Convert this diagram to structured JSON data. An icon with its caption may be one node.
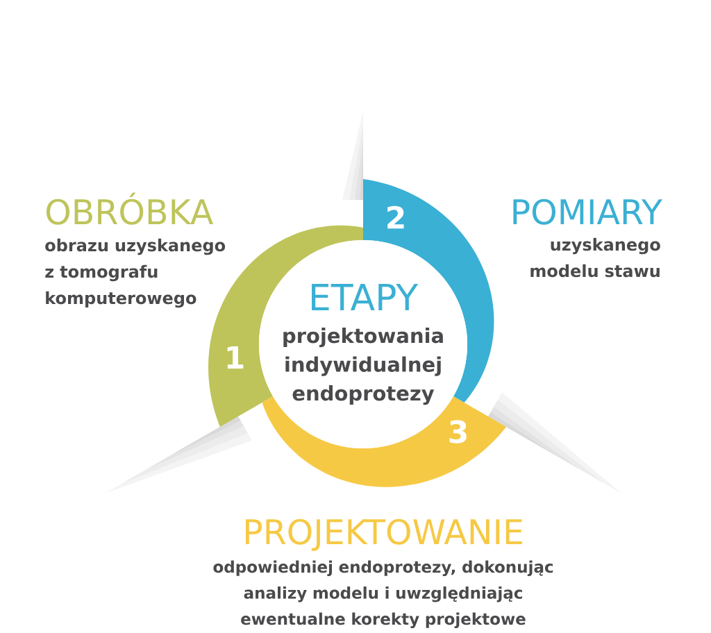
{
  "diagram": {
    "nodes": [
      {
        "text": [
          "ETAPY",
          "projektowania indywidualnej endoprotezy"
        ]
      },
      {
        "text": [
          "1"
        ],
        "beside": [
          "OBRÓBKA",
          "obrazu uzyskanego z tomografu komputerowego"
        ]
      },
      {
        "text": [
          "2"
        ],
        "beside": [
          "POMIARY",
          "uzyskanego modelu stawu"
        ]
      },
      {
        "text": [
          "3"
        ],
        "beside": [
          "PROJEKTOWANIE",
          "odpowiedniej endoprotezy, dokonując analizy modelu i uwzględniając ewentualne korekty projektowe"
        ]
      }
    ]
  }
}
